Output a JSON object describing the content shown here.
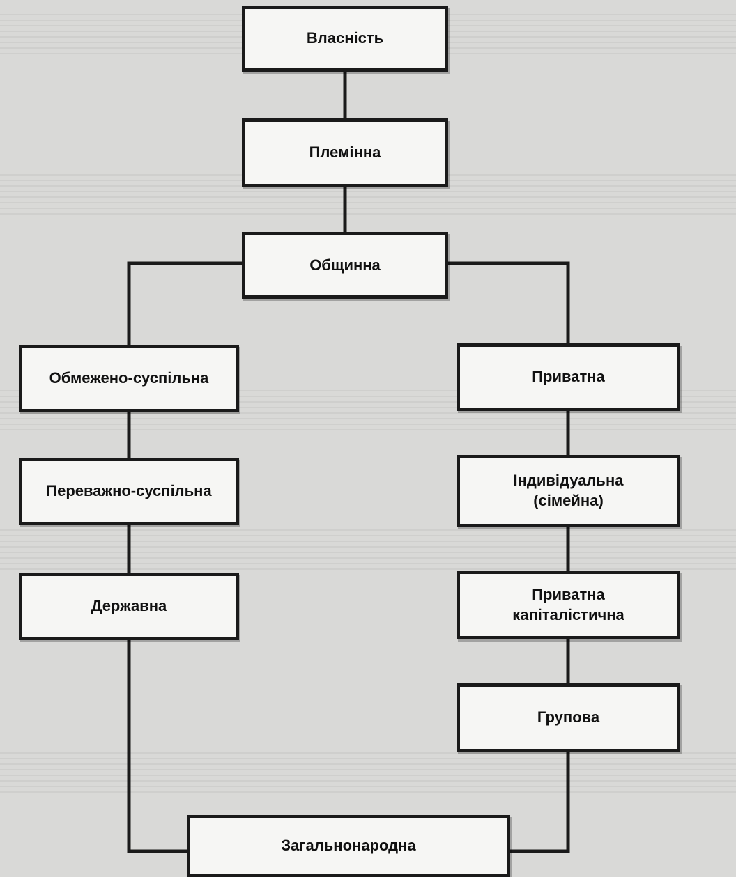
{
  "nodes": {
    "vlasnist": "Власність",
    "pleminna": "Племінна",
    "obshchynna": "Общинна",
    "obmezheno": "Обмежено-суспільна",
    "pryvatna": "Приватна",
    "perevazhno": "Переважно-суспільна",
    "indyvidualna": "Індивідуальна\n(сімейна)",
    "derzhavna": "Державна",
    "kapitalistychna": "Приватна\nкапіталістична",
    "grupova": "Групова",
    "zagalnonarodna": "Загальнонародна"
  },
  "colors": {
    "line": "#1a1a1a",
    "box_fill": "#f6f6f4",
    "background": "#d9d9d7"
  }
}
